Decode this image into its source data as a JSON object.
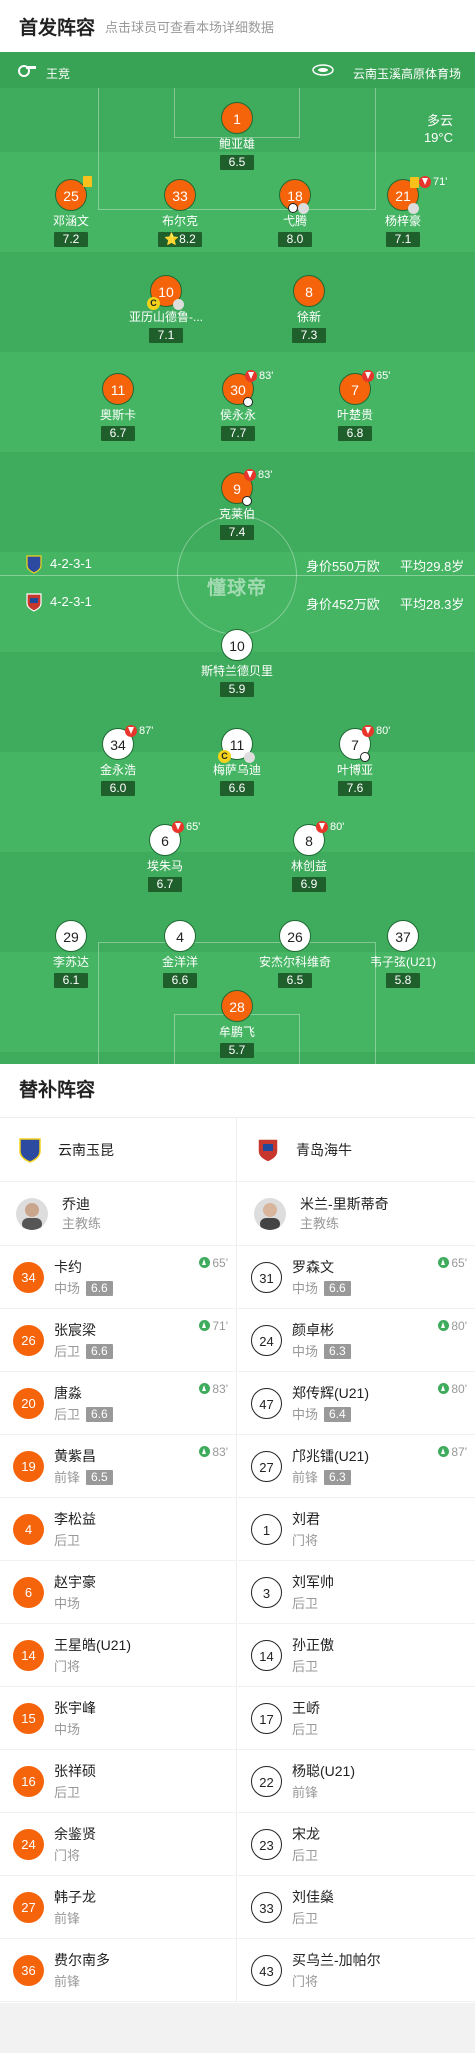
{
  "header": {
    "title": "首发阵容",
    "subtitle": "点击球员可查看本场详细数据"
  },
  "venue": {
    "referee_icon": "whistle-icon",
    "referee": "王竞",
    "stadium_icon": "stadium-icon",
    "stadium": "云南玉溪高原体育场",
    "weather": "多云",
    "temperature": "19°C"
  },
  "home": {
    "name": "云南玉昆",
    "formation": "4-2-3-1",
    "value": "身价550万欧",
    "avg_age": "平均29.8岁",
    "players": [
      {
        "num": "1",
        "name": "鲍亚雄",
        "rating": "6.5"
      },
      {
        "num": "25",
        "name": "邓涵文",
        "rating": "7.2",
        "event": "yellow"
      },
      {
        "num": "33",
        "name": "布尔克",
        "rating": "8.2",
        "star": "⭐"
      },
      {
        "num": "18",
        "name": "弋腾",
        "rating": "8.0"
      },
      {
        "num": "21",
        "name": "杨梓豪",
        "rating": "7.1",
        "event_min": "71'"
      },
      {
        "num": "10",
        "name": "亚历山德鲁-...",
        "rating": "7.1"
      },
      {
        "num": "8",
        "name": "徐新",
        "rating": "7.3"
      },
      {
        "num": "11",
        "name": "奥斯卡",
        "rating": "6.7"
      },
      {
        "num": "30",
        "name": "侯永永",
        "rating": "7.7",
        "event_min": "83'"
      },
      {
        "num": "7",
        "name": "叶楚贵",
        "rating": "6.8",
        "event_min": "65'"
      },
      {
        "num": "9",
        "name": "克莱伯",
        "rating": "7.4",
        "event_min": "83'"
      }
    ]
  },
  "away": {
    "name": "青岛海牛",
    "formation": "4-2-3-1",
    "value": "身价452万欧",
    "avg_age": "平均28.3岁",
    "players": [
      {
        "num": "10",
        "name": "斯特兰德贝里",
        "rating": "5.9"
      },
      {
        "num": "34",
        "name": "金永浩",
        "rating": "6.0",
        "event_min": "87'"
      },
      {
        "num": "11",
        "name": "梅萨乌迪",
        "rating": "6.6"
      },
      {
        "num": "7",
        "name": "叶博亚",
        "rating": "7.6",
        "event_min": "80'"
      },
      {
        "num": "6",
        "name": "埃朱马",
        "rating": "6.7",
        "event_min": "65'"
      },
      {
        "num": "8",
        "name": "林创益",
        "rating": "6.9",
        "event_min": "80'"
      },
      {
        "num": "29",
        "name": "李苏达",
        "rating": "6.1"
      },
      {
        "num": "4",
        "name": "金洋洋",
        "rating": "6.6"
      },
      {
        "num": "26",
        "name": "安杰尔科维奇",
        "rating": "6.5"
      },
      {
        "num": "37",
        "name": "韦子弦(U21)",
        "rating": "5.8"
      },
      {
        "num": "28",
        "name": "牟鹏飞",
        "rating": "5.7"
      }
    ]
  },
  "watermark": "懂球帝",
  "subs": {
    "title": "替补阵容",
    "home": {
      "team": "云南玉昆",
      "coach": "乔迪",
      "coach_role": "主教练",
      "list": [
        {
          "num": "34",
          "name": "卡约",
          "pos": "中场",
          "rating": "6.6",
          "min": "65'"
        },
        {
          "num": "26",
          "name": "张宸梁",
          "pos": "后卫",
          "rating": "6.6",
          "min": "71'"
        },
        {
          "num": "20",
          "name": "唐淼",
          "pos": "后卫",
          "rating": "6.6",
          "min": "83'"
        },
        {
          "num": "19",
          "name": "黄紫昌",
          "pos": "前锋",
          "rating": "6.5",
          "min": "83'"
        },
        {
          "num": "4",
          "name": "李松益",
          "pos": "后卫"
        },
        {
          "num": "6",
          "name": "赵宇豪",
          "pos": "中场"
        },
        {
          "num": "14",
          "name": "王星皓(U21)",
          "pos": "门将"
        },
        {
          "num": "15",
          "name": "张宇峰",
          "pos": "中场"
        },
        {
          "num": "16",
          "name": "张祥硕",
          "pos": "后卫"
        },
        {
          "num": "24",
          "name": "余鉴贤",
          "pos": "门将"
        },
        {
          "num": "27",
          "name": "韩子龙",
          "pos": "前锋"
        },
        {
          "num": "36",
          "name": "费尔南多",
          "pos": "前锋"
        }
      ]
    },
    "away": {
      "team": "青岛海牛",
      "coach": "米兰-里斯蒂奇",
      "coach_role": "主教练",
      "list": [
        {
          "num": "31",
          "name": "罗森文",
          "pos": "中场",
          "rating": "6.6",
          "min": "65'"
        },
        {
          "num": "24",
          "name": "颜卓彬",
          "pos": "中场",
          "rating": "6.3",
          "min": "80'"
        },
        {
          "num": "47",
          "name": "郑传辉(U21)",
          "pos": "中场",
          "rating": "6.4",
          "min": "80'"
        },
        {
          "num": "27",
          "name": "邝兆镭(U21)",
          "pos": "前锋",
          "rating": "6.3",
          "min": "87'"
        },
        {
          "num": "1",
          "name": "刘君",
          "pos": "门将"
        },
        {
          "num": "3",
          "name": "刘军帅",
          "pos": "后卫"
        },
        {
          "num": "14",
          "name": "孙正傲",
          "pos": "后卫"
        },
        {
          "num": "17",
          "name": "王峤",
          "pos": "后卫"
        },
        {
          "num": "22",
          "name": "杨聪(U21)",
          "pos": "前锋"
        },
        {
          "num": "23",
          "name": "宋龙",
          "pos": "后卫"
        },
        {
          "num": "33",
          "name": "刘佳燊",
          "pos": "后卫"
        },
        {
          "num": "43",
          "name": "买乌兰-加帕尔",
          "pos": "门将"
        }
      ]
    }
  },
  "colors": {
    "home": "#f5630a",
    "pitch": "#3fab5c"
  }
}
